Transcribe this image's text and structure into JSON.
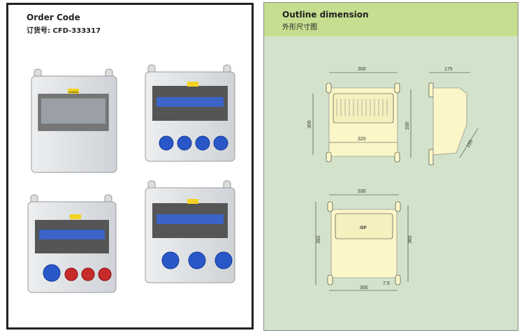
{
  "left": {
    "title": "Order Code",
    "code_label": "订货号:",
    "code": "CFD-333317"
  },
  "right": {
    "title": "Outline dimension",
    "subtitle": "外形尺寸图"
  },
  "drawing1": {
    "width_top": "300",
    "height_left": "300",
    "height_right": "330",
    "width_inner": "320",
    "depth": "175",
    "slant": "155"
  },
  "drawing2": {
    "width_top": "330",
    "height_left": "392",
    "height_right": "360",
    "width_bottom": "300",
    "offset": "7.5",
    "panel_label": "ISP"
  },
  "label_text": "WARNING",
  "colors": {
    "header": "#c5de8f",
    "body": "#d3e3cb",
    "blue_socket": "#2a57c8",
    "red_socket": "#c62a2a"
  }
}
